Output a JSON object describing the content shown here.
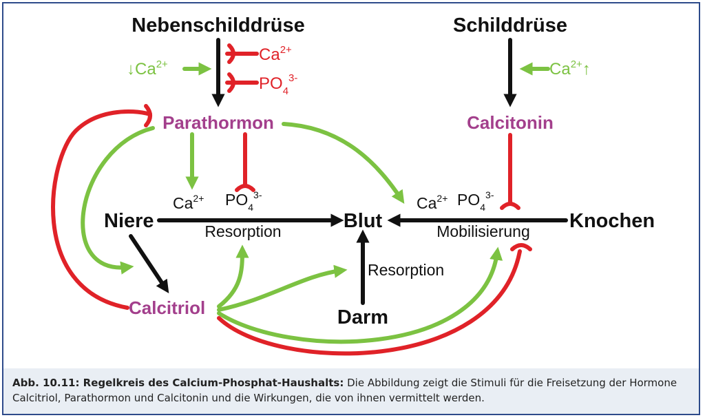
{
  "colors": {
    "black": "#111111",
    "green": "#7cc242",
    "red": "#e02228",
    "purple": "#a33f8c",
    "frame": "#2d4a8a",
    "caption_band": "#e9eef4"
  },
  "nodes": {
    "nebenschilddruese": "Nebenschilddrüse",
    "schilddruese": "Schilddrüse",
    "parathormon": "Parathormon",
    "calcitonin": "Calcitonin",
    "niere": "Niere",
    "blut": "Blut",
    "knochen": "Knochen",
    "calcitriol": "Calcitriol",
    "darm": "Darm"
  },
  "labels": {
    "ca": "Ca",
    "ca_charge": "2+",
    "po": "PO",
    "po_sub": "4",
    "po_charge": "3-",
    "arrow_down": "↓",
    "arrow_up": "↑",
    "resorption_niere": "Resorption",
    "mobilisierung": "Mobilisierung",
    "resorption_darm": "Resorption"
  },
  "caption": {
    "title": "Abb. 10.11: Regelkreis des Calcium-Phosphat-Haushalts:",
    "text": " Die Abbildung zeigt die Stimuli für die Freisetzung der Hormone Calcitriol, Parathormon und Calcitonin und die Wirkungen, die von ihnen vermittelt werden."
  }
}
